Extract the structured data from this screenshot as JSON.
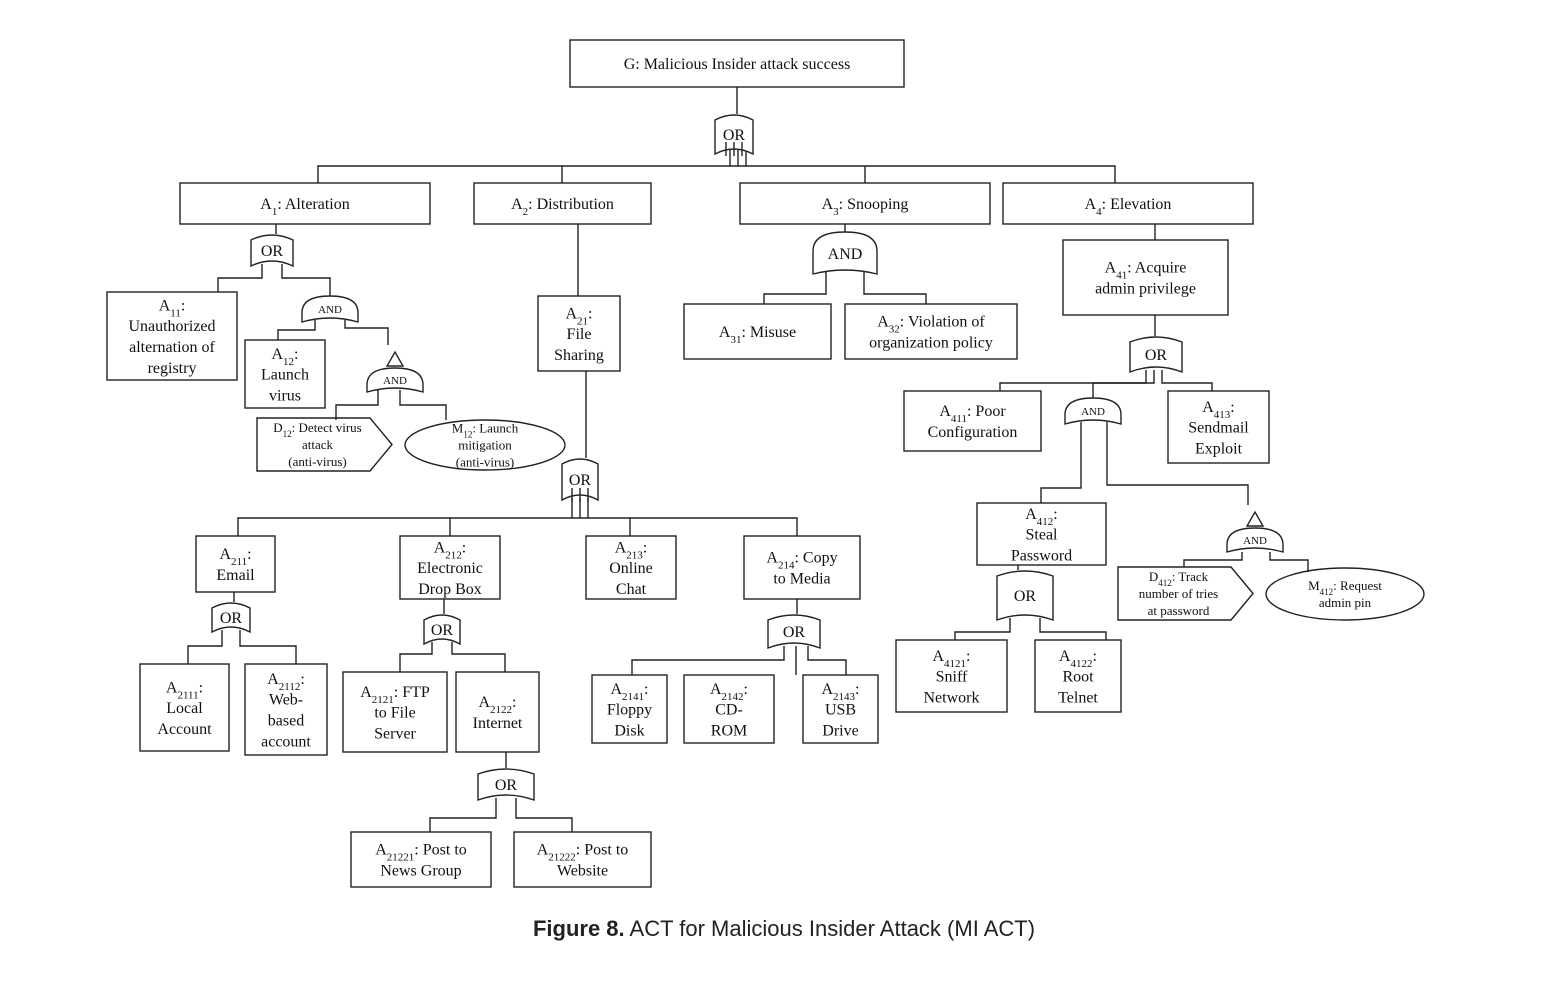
{
  "diagram": {
    "nodes": {
      "G": {
        "kind": "box",
        "lines": [
          [
            {
              "t": "G: Malicious Insider attack success"
            }
          ]
        ]
      },
      "A1": {
        "kind": "box",
        "lines": [
          [
            {
              "t": "A"
            },
            {
              "s": "1"
            },
            {
              "t": ": Alteration"
            }
          ]
        ]
      },
      "A2": {
        "kind": "box",
        "lines": [
          [
            {
              "t": "A"
            },
            {
              "s": "2"
            },
            {
              "t": ": Distribution"
            }
          ]
        ]
      },
      "A3": {
        "kind": "box",
        "lines": [
          [
            {
              "t": "A"
            },
            {
              "s": "3"
            },
            {
              "t": ": Snooping"
            }
          ]
        ]
      },
      "A4": {
        "kind": "box",
        "lines": [
          [
            {
              "t": "A"
            },
            {
              "s": "4"
            },
            {
              "t": ": Elevation"
            }
          ]
        ]
      },
      "A11": {
        "kind": "box",
        "lines": [
          [
            {
              "t": "A"
            },
            {
              "s": "11"
            },
            {
              "t": ":"
            }
          ],
          [
            {
              "t": "Unauthorized"
            }
          ],
          [
            {
              "t": "alternation of"
            }
          ],
          [
            {
              "t": "registry"
            }
          ]
        ]
      },
      "A12": {
        "kind": "box",
        "lines": [
          [
            {
              "t": "A"
            },
            {
              "s": "12"
            },
            {
              "t": ":"
            }
          ],
          [
            {
              "t": "Launch"
            }
          ],
          [
            {
              "t": "virus"
            }
          ]
        ]
      },
      "D12": {
        "kind": "pentagon",
        "lines": [
          [
            {
              "t": "D"
            },
            {
              "s": "12"
            },
            {
              "t": ": Detect virus"
            }
          ],
          [
            {
              "t": "attack"
            }
          ],
          [
            {
              "t": "(anti-virus)"
            }
          ]
        ]
      },
      "M12": {
        "kind": "ellipse",
        "lines": [
          [
            {
              "t": "M"
            },
            {
              "s": "12"
            },
            {
              "t": ": Launch"
            }
          ],
          [
            {
              "t": "mitigation"
            }
          ],
          [
            {
              "t": "(anti-virus)"
            }
          ]
        ]
      },
      "A21": {
        "kind": "box",
        "lines": [
          [
            {
              "t": "A"
            },
            {
              "s": "21"
            },
            {
              "t": ":"
            }
          ],
          [
            {
              "t": "File"
            }
          ],
          [
            {
              "t": "Sharing"
            }
          ]
        ]
      },
      "A211": {
        "kind": "box",
        "lines": [
          [
            {
              "t": "A"
            },
            {
              "s": "211"
            },
            {
              "t": ":"
            }
          ],
          [
            {
              "t": "Email"
            }
          ]
        ]
      },
      "A212": {
        "kind": "box",
        "lines": [
          [
            {
              "t": "A"
            },
            {
              "s": "212"
            },
            {
              "t": ":"
            }
          ],
          [
            {
              "t": "Electronic"
            }
          ],
          [
            {
              "t": "Drop Box"
            }
          ]
        ]
      },
      "A213": {
        "kind": "box",
        "lines": [
          [
            {
              "t": "A"
            },
            {
              "s": "213"
            },
            {
              "t": ":"
            }
          ],
          [
            {
              "t": "Online"
            }
          ],
          [
            {
              "t": "Chat"
            }
          ]
        ]
      },
      "A214": {
        "kind": "box",
        "lines": [
          [
            {
              "t": "A"
            },
            {
              "s": "214"
            },
            {
              "t": ": Copy"
            }
          ],
          [
            {
              "t": "to Media"
            }
          ]
        ]
      },
      "A2111": {
        "kind": "box",
        "lines": [
          [
            {
              "t": "A"
            },
            {
              "s": "2111"
            },
            {
              "t": ":"
            }
          ],
          [
            {
              "t": "Local"
            }
          ],
          [
            {
              "t": "Account"
            }
          ]
        ]
      },
      "A2112": {
        "kind": "box",
        "lines": [
          [
            {
              "t": "A"
            },
            {
              "s": "2112"
            },
            {
              "t": ":"
            }
          ],
          [
            {
              "t": "Web-"
            }
          ],
          [
            {
              "t": "based"
            }
          ],
          [
            {
              "t": "account"
            }
          ]
        ]
      },
      "A2121": {
        "kind": "box",
        "lines": [
          [
            {
              "t": "A"
            },
            {
              "s": "2121"
            },
            {
              "t": ": FTP"
            }
          ],
          [
            {
              "t": "to File"
            }
          ],
          [
            {
              "t": "Server"
            }
          ]
        ]
      },
      "A2122": {
        "kind": "box",
        "lines": [
          [
            {
              "t": "A"
            },
            {
              "s": "2122"
            },
            {
              "t": ":"
            }
          ],
          [
            {
              "t": "Internet"
            }
          ]
        ]
      },
      "A21221": {
        "kind": "box",
        "lines": [
          [
            {
              "t": "A"
            },
            {
              "s": "21221"
            },
            {
              "t": ": Post to"
            }
          ],
          [
            {
              "t": "News Group"
            }
          ]
        ]
      },
      "A21222": {
        "kind": "box",
        "lines": [
          [
            {
              "t": "A"
            },
            {
              "s": "21222"
            },
            {
              "t": ": Post to"
            }
          ],
          [
            {
              "t": "Website"
            }
          ]
        ]
      },
      "A2141": {
        "kind": "box",
        "lines": [
          [
            {
              "t": "A"
            },
            {
              "s": "2141"
            },
            {
              "t": ":"
            }
          ],
          [
            {
              "t": "Floppy"
            }
          ],
          [
            {
              "t": "Disk"
            }
          ]
        ]
      },
      "A2142": {
        "kind": "box",
        "lines": [
          [
            {
              "t": "A"
            },
            {
              "s": "2142"
            },
            {
              "t": ":"
            }
          ],
          [
            {
              "t": "CD-"
            }
          ],
          [
            {
              "t": "ROM"
            }
          ]
        ]
      },
      "A2143": {
        "kind": "box",
        "lines": [
          [
            {
              "t": "A"
            },
            {
              "s": "2143"
            },
            {
              "t": ":"
            }
          ],
          [
            {
              "t": "USB"
            }
          ],
          [
            {
              "t": "Drive"
            }
          ]
        ]
      },
      "A31": {
        "kind": "box",
        "lines": [
          [
            {
              "t": "A"
            },
            {
              "s": "31"
            },
            {
              "t": ":  Misuse"
            }
          ]
        ]
      },
      "A32": {
        "kind": "box",
        "lines": [
          [
            {
              "t": "A"
            },
            {
              "s": "32"
            },
            {
              "t": ": Violation of"
            }
          ],
          [
            {
              "t": "organization policy"
            }
          ]
        ]
      },
      "A41": {
        "kind": "box",
        "lines": [
          [
            {
              "t": "A"
            },
            {
              "s": "41"
            },
            {
              "t": ": Acquire"
            }
          ],
          [
            {
              "t": "admin privilege"
            }
          ]
        ]
      },
      "A411": {
        "kind": "box",
        "lines": [
          [
            {
              "t": "A"
            },
            {
              "s": "411"
            },
            {
              "t": ": Poor"
            }
          ],
          [
            {
              "t": "Configuration"
            }
          ]
        ]
      },
      "A412": {
        "kind": "box",
        "lines": [
          [
            {
              "t": "A"
            },
            {
              "s": "412"
            },
            {
              "t": ":"
            }
          ],
          [
            {
              "t": "Steal"
            }
          ],
          [
            {
              "t": "Password"
            }
          ]
        ]
      },
      "A413": {
        "kind": "box",
        "lines": [
          [
            {
              "t": "A"
            },
            {
              "s": "413"
            },
            {
              "t": ":"
            }
          ],
          [
            {
              "t": "Sendmail"
            }
          ],
          [
            {
              "t": "Exploit"
            }
          ]
        ]
      },
      "D412": {
        "kind": "pentagon",
        "lines": [
          [
            {
              "t": "D"
            },
            {
              "s": "412"
            },
            {
              "t": ": Track"
            }
          ],
          [
            {
              "t": "number of tries"
            }
          ],
          [
            {
              "t": "at password"
            }
          ]
        ]
      },
      "M412": {
        "kind": "ellipse",
        "lines": [
          [
            {
              "t": "M"
            },
            {
              "s": "412"
            },
            {
              "t": ": Request"
            }
          ],
          [
            {
              "t": "admin pin"
            }
          ]
        ]
      },
      "A4121": {
        "kind": "box",
        "lines": [
          [
            {
              "t": "A"
            },
            {
              "s": "4121"
            },
            {
              "t": ":"
            }
          ],
          [
            {
              "t": "Sniff"
            }
          ],
          [
            {
              "t": "Network"
            }
          ]
        ]
      },
      "A4122": {
        "kind": "box",
        "lines": [
          [
            {
              "t": "A"
            },
            {
              "s": "4122"
            },
            {
              "t": ":"
            }
          ],
          [
            {
              "t": "Root"
            }
          ],
          [
            {
              "t": "Telnet"
            }
          ]
        ]
      }
    },
    "gates": {
      "gG": {
        "type": "OR",
        "label": "OR",
        "parent": "G",
        "children": [
          "A1",
          "A2",
          "A3",
          "A4"
        ]
      },
      "gA1": {
        "type": "OR",
        "label": "OR",
        "parent": "A1",
        "children": [
          "A11",
          "gA1and"
        ]
      },
      "gA1and": {
        "type": "AND",
        "label": "AND",
        "parent": "gA1",
        "children": [
          "A12",
          "gA12and"
        ]
      },
      "gA12and": {
        "type": "AND",
        "label": "AND",
        "parent": "gA1and",
        "children": [
          "D12",
          "M12"
        ]
      },
      "gA21": {
        "type": "OR",
        "label": "OR",
        "parent": "A21",
        "children": [
          "A211",
          "A212",
          "A213",
          "A214"
        ]
      },
      "gA211": {
        "type": "OR",
        "label": "OR",
        "parent": "A211",
        "children": [
          "A2111",
          "A2112"
        ]
      },
      "gA212": {
        "type": "OR",
        "label": "OR",
        "parent": "A212",
        "children": [
          "A2121",
          "A2122"
        ]
      },
      "gA2122": {
        "type": "OR",
        "label": "OR",
        "parent": "A2122",
        "children": [
          "A21221",
          "A21222"
        ]
      },
      "gA214": {
        "type": "OR",
        "label": "OR",
        "parent": "A214",
        "children": [
          "A2141",
          "A2142",
          "A2143"
        ]
      },
      "gA3": {
        "type": "AND",
        "label": "AND",
        "parent": "A3",
        "children": [
          "A31",
          "A32"
        ]
      },
      "gA41": {
        "type": "OR",
        "label": "OR",
        "parent": "A41",
        "children": [
          "A411",
          "gA41and",
          "A413"
        ]
      },
      "gA41and": {
        "type": "AND",
        "label": "AND",
        "parent": "gA41",
        "children": [
          "A412",
          "gA412and"
        ]
      },
      "gA412and": {
        "type": "AND",
        "label": "AND",
        "parent": "gA41and",
        "children": [
          "D412",
          "M412"
        ]
      },
      "gA412": {
        "type": "OR",
        "label": "OR",
        "parent": "A412",
        "children": [
          "A4121",
          "A4122"
        ]
      }
    }
  },
  "caption": {
    "bold": "Figure 8.",
    "text": " ACT for Malicious Insider Attack (MI ACT)"
  }
}
